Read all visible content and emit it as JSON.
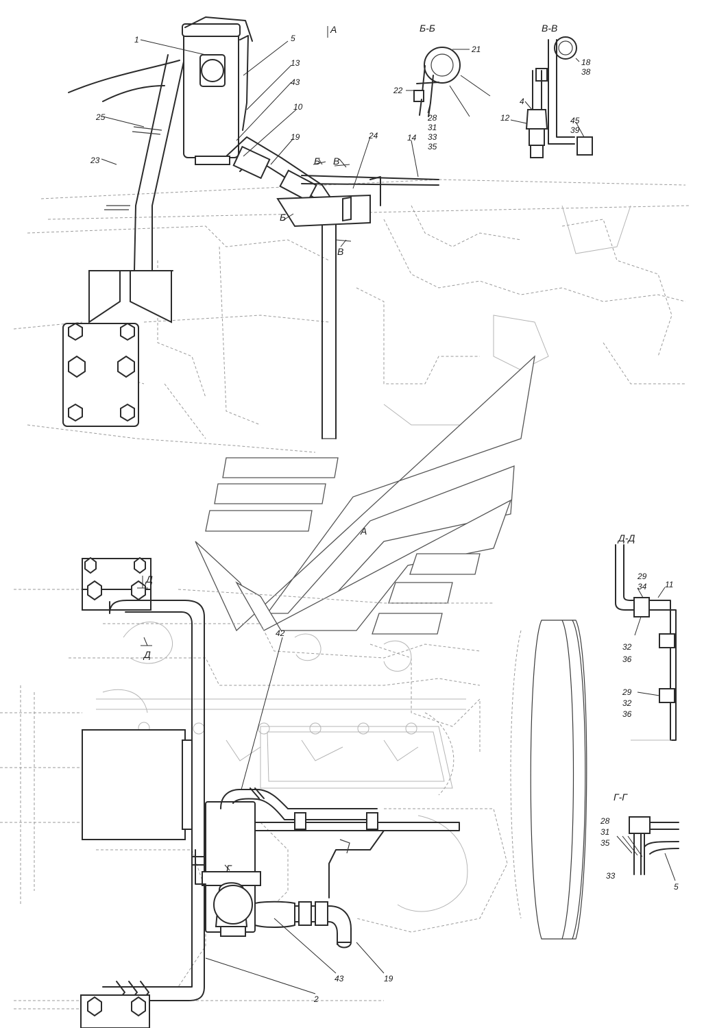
{
  "labels": {
    "l1": "1",
    "l5": "5",
    "l13": "13",
    "l43": "43",
    "l10": "10",
    "l25": "25",
    "l23": "23",
    "l19": "19",
    "l24": "24",
    "l14": "14",
    "l21": "21",
    "l22": "22",
    "l28": "28",
    "l31": "31",
    "l33": "33",
    "l35": "35",
    "l18": "18",
    "l38": "38",
    "l4": "4",
    "l12": "12",
    "l45": "45",
    "l39": "39",
    "l42": "42",
    "l11": "11",
    "dd29a": "29",
    "dd34": "34",
    "dd32a": "32",
    "dd36a": "36",
    "dd29b": "29",
    "dd32b": "32",
    "dd36b": "36",
    "gg28": "28",
    "gg31": "31",
    "gg35": "35",
    "gg33": "33",
    "gg5": "5",
    "b2": "2",
    "b43": "43",
    "b19": "19"
  },
  "section_marks": {
    "a_top": "А",
    "a_view": "А",
    "bb_title": "Б-Б",
    "vv_title": "В-В",
    "b_cut1": "Б",
    "b_cut2": "Б",
    "v_cut1": "В",
    "v_cut2": "В",
    "d_cut1": "Д",
    "d_cut2": "Д",
    "dd_title": "Д-Д",
    "gg_title": "Г-Г",
    "g_cut": "Г"
  }
}
